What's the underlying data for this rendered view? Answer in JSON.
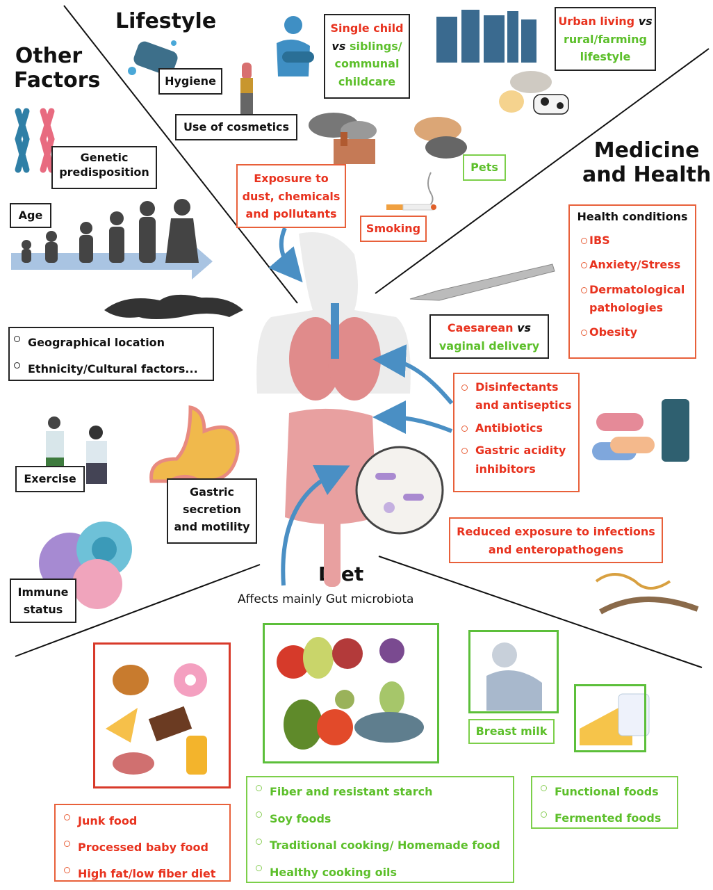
{
  "sections": {
    "other_factors": "Other Factors",
    "lifestyle": "Lifestyle",
    "medicine_health_line1": "Medicine",
    "medicine_health_line2": "and Health",
    "diet": "Diet",
    "diet_subtitle": "Affects mainly Gut microbiota"
  },
  "other_factors": {
    "genetic": [
      "Genetic",
      "predisposition"
    ],
    "age": "Age",
    "geography_list": [
      "Geographical location",
      "Ethnicity/Cultural factors..."
    ],
    "exercise": "Exercise",
    "gastric": [
      "Gastric",
      "secretion",
      "and motility"
    ],
    "immune": [
      "Immune",
      "status"
    ]
  },
  "lifestyle": {
    "hygiene": "Hygiene",
    "cosmetics": "Use of cosmetics",
    "single_child": {
      "red": "Single child",
      "vs": "vs",
      "green1": "siblings/",
      "green2": "communal",
      "green3": "childcare"
    },
    "urban": {
      "red": "Urban living",
      "vs": "vs",
      "green1": "rural/farming",
      "green2": "lifestyle"
    },
    "exposure": [
      "Exposure to",
      "dust, chemicals",
      "and pollutants"
    ],
    "pets": "Pets",
    "smoking": "Smoking"
  },
  "medicine": {
    "health_conditions_title": "Health conditions",
    "health_conditions": [
      "IBS",
      "Anxiety/Stress",
      "Dermatological pathologies",
      "Obesity"
    ],
    "caesarean": {
      "red": "Caesarean",
      "vs": "vs",
      "green": "vaginal delivery"
    },
    "drugs": [
      "Disinfectants and antiseptics",
      "Antibiotics",
      "Gastric acidity inhibitors"
    ],
    "reduced_exposure": [
      "Reduced exposure to infections",
      "and enteropathogens"
    ]
  },
  "diet": {
    "unhealthy": [
      "Junk food",
      "Processed baby food",
      "High fat/low fiber diet"
    ],
    "healthy": [
      "Fiber and resistant starch",
      "Soy foods",
      "Traditional cooking/ Homemade food",
      "Healthy cooking oils"
    ],
    "breast_milk": "Breast milk",
    "functional": [
      "Functional foods",
      "Fermented foods"
    ]
  },
  "colors": {
    "negative": "#e8321e",
    "positive": "#5cbf2a",
    "arrow": "#4a8fc4"
  }
}
